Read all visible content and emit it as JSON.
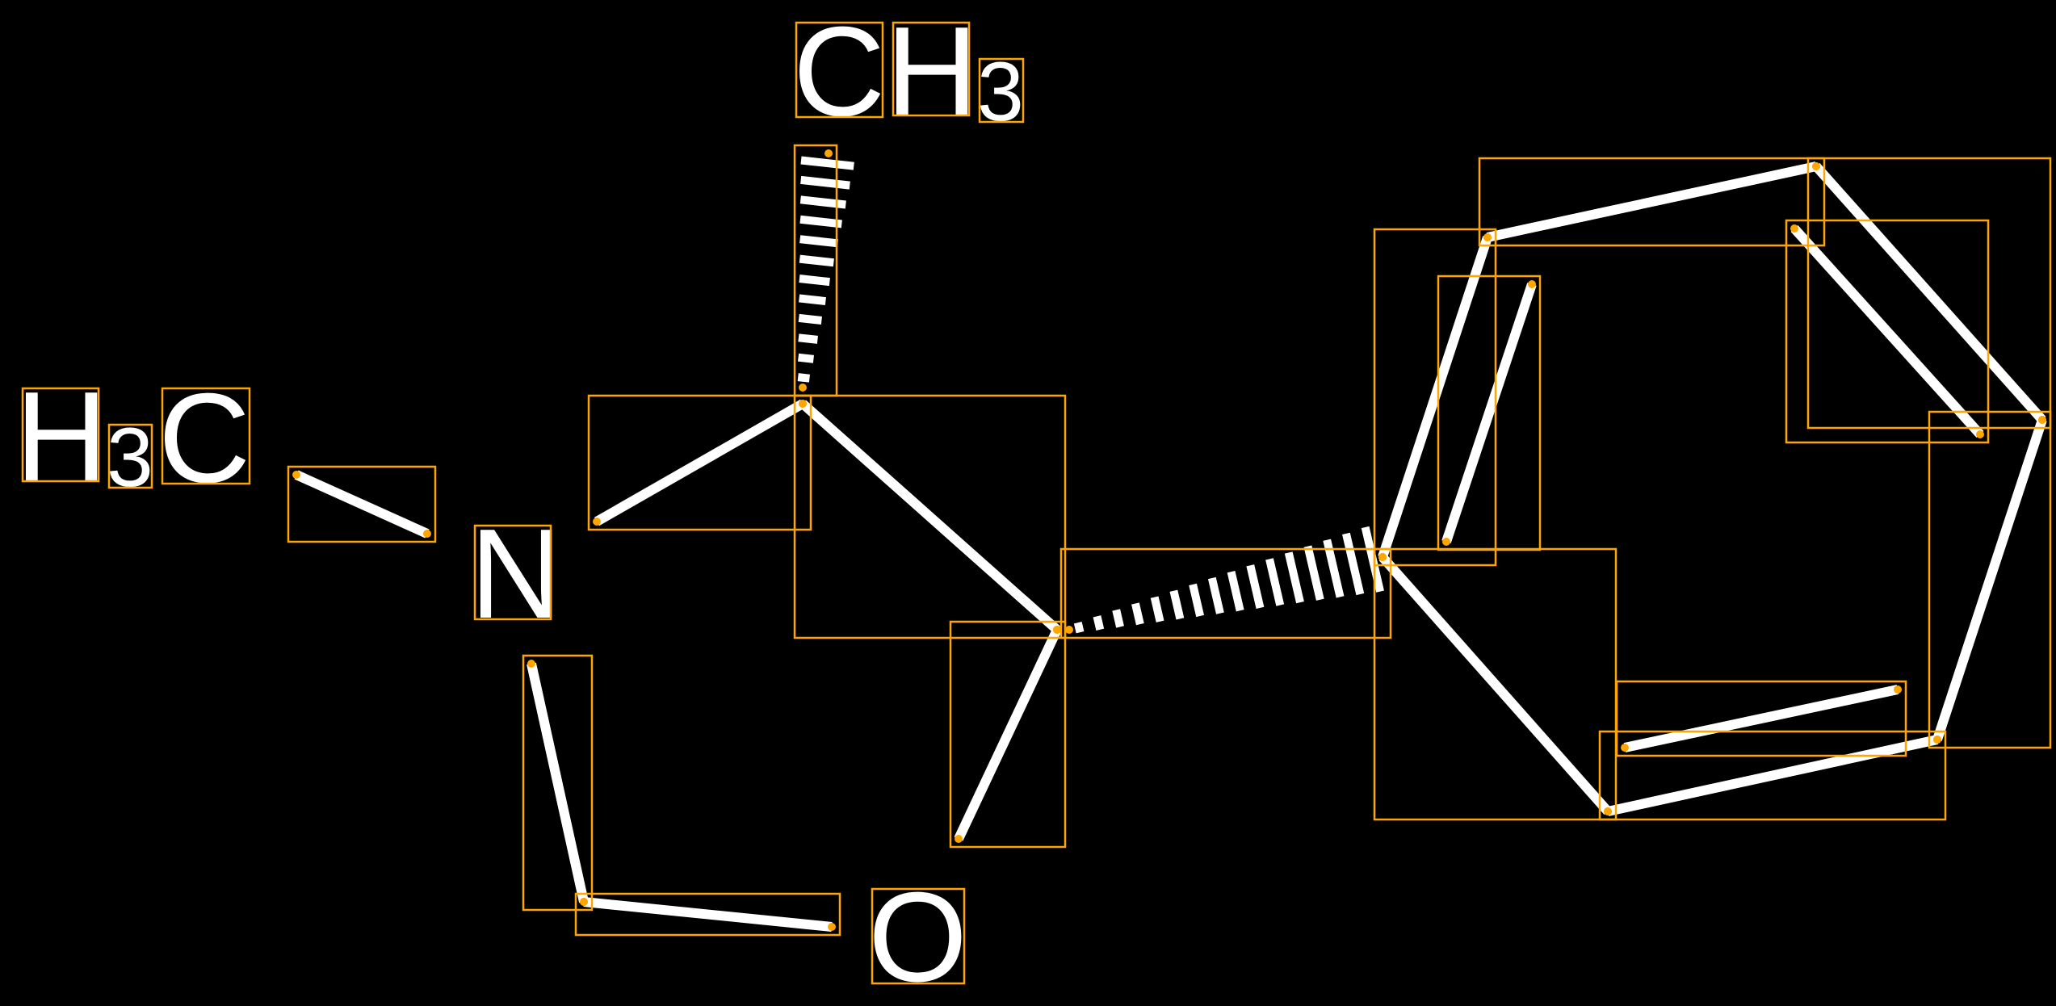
{
  "molecule": {
    "atoms": {
      "methyl_top": {
        "c": "C",
        "h": "H",
        "sub": "3"
      },
      "methyl_left": {
        "h": "H",
        "sub": "3",
        "c": "C"
      },
      "nitrogen": "N",
      "oxygen": "O"
    }
  },
  "colors": {
    "background": "#000000",
    "bond": "#ffffff",
    "box": "#ffa500"
  }
}
